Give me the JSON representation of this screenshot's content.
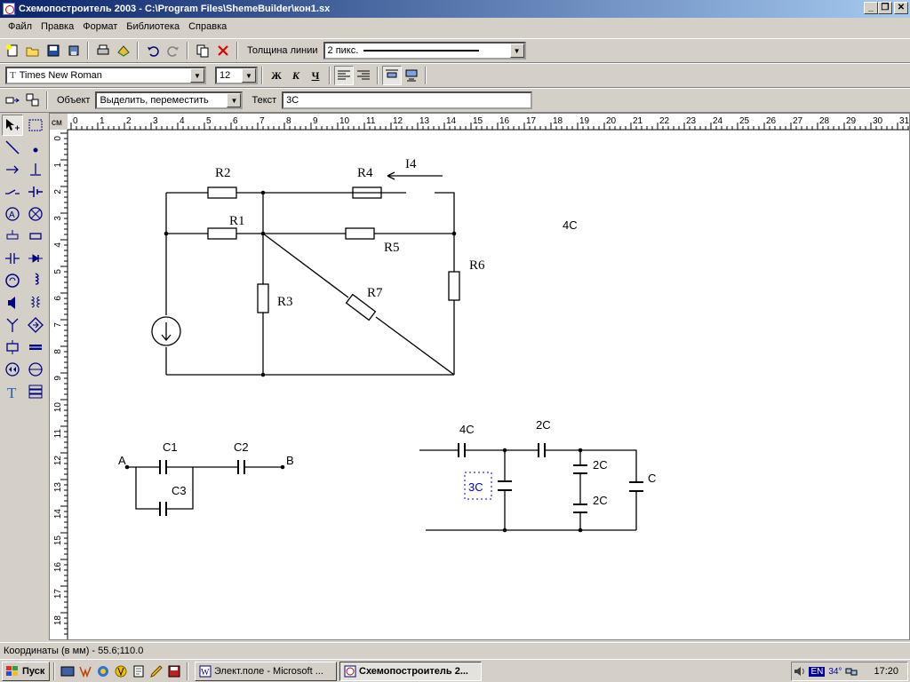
{
  "window": {
    "title": "Схемопостроитель 2003 - C:\\Program Files\\ShemeBuilder\\кон1.sx",
    "buttons": [
      "minimize-button",
      "restore-button",
      "close-button"
    ]
  },
  "menu": [
    "Файл",
    "Правка",
    "Формат",
    "Библиотека",
    "Справка"
  ],
  "toolbar1": {
    "icons": [
      "new-icon",
      "open-icon",
      "save-icon",
      "save-as-icon",
      "print-icon",
      "library-icon",
      "undo-icon",
      "redo-icon",
      "copy-icon",
      "delete-icon"
    ],
    "line_label": "Толщина линии",
    "line_value": "2 пикс."
  },
  "toolbar2": {
    "font": "Times New Roman",
    "font_size": "12",
    "bold": "Ж",
    "italic": "К",
    "underline": "Ч"
  },
  "toolbar3": {
    "object_label": "Объект",
    "object_value": "Выделить, переместить",
    "text_label": "Текст",
    "text_value": "3С"
  },
  "ruler": {
    "unit": "см",
    "h_ticks": [
      "0",
      "1",
      "2",
      "3",
      "4",
      "5",
      "6",
      "7",
      "8",
      "9",
      "10",
      "11",
      "12",
      "13",
      "14",
      "15",
      "16",
      "17",
      "18",
      "19",
      "20",
      "21",
      "22",
      "23",
      "24",
      "25",
      "26",
      "27",
      "28",
      "29",
      "30",
      "31"
    ],
    "v_ticks": [
      "0",
      "1",
      "2",
      "3",
      "4",
      "5",
      "6",
      "7",
      "8",
      "9",
      "10",
      "11",
      "12",
      "13",
      "14",
      "15",
      "16",
      "17",
      "18"
    ]
  },
  "schematic": {
    "circuit1": {
      "R1": "R1",
      "R2": "R2",
      "R3": "R3",
      "R4": "R4",
      "R5": "R5",
      "R6": "R6",
      "R7": "R7",
      "I4": "I4"
    },
    "circuit2": {
      "A": "A",
      "B": "B",
      "C1": "C1",
      "C2": "C2",
      "C3": "C3"
    },
    "circuit3": {
      "c_4c": "4C",
      "c_2c_top": "2C",
      "c_2c_a": "2C",
      "c_2c_b": "2C",
      "c_c": "C",
      "c_3c": "3C"
    },
    "floating_label": "4C"
  },
  "status": {
    "coords": "Координаты (в мм) - 55.6;110.0"
  },
  "taskbar": {
    "start": "Пуск",
    "items": [
      "Элект.поле - Microsoft ...",
      "Схемопостроитель 2..."
    ],
    "tray_lang": "EN",
    "tray_temp": "34°",
    "clock": "17:20"
  },
  "colors": {
    "title_start": "#0a246a",
    "title_end": "#a6caf0",
    "selection_blue": "#0000c0"
  }
}
